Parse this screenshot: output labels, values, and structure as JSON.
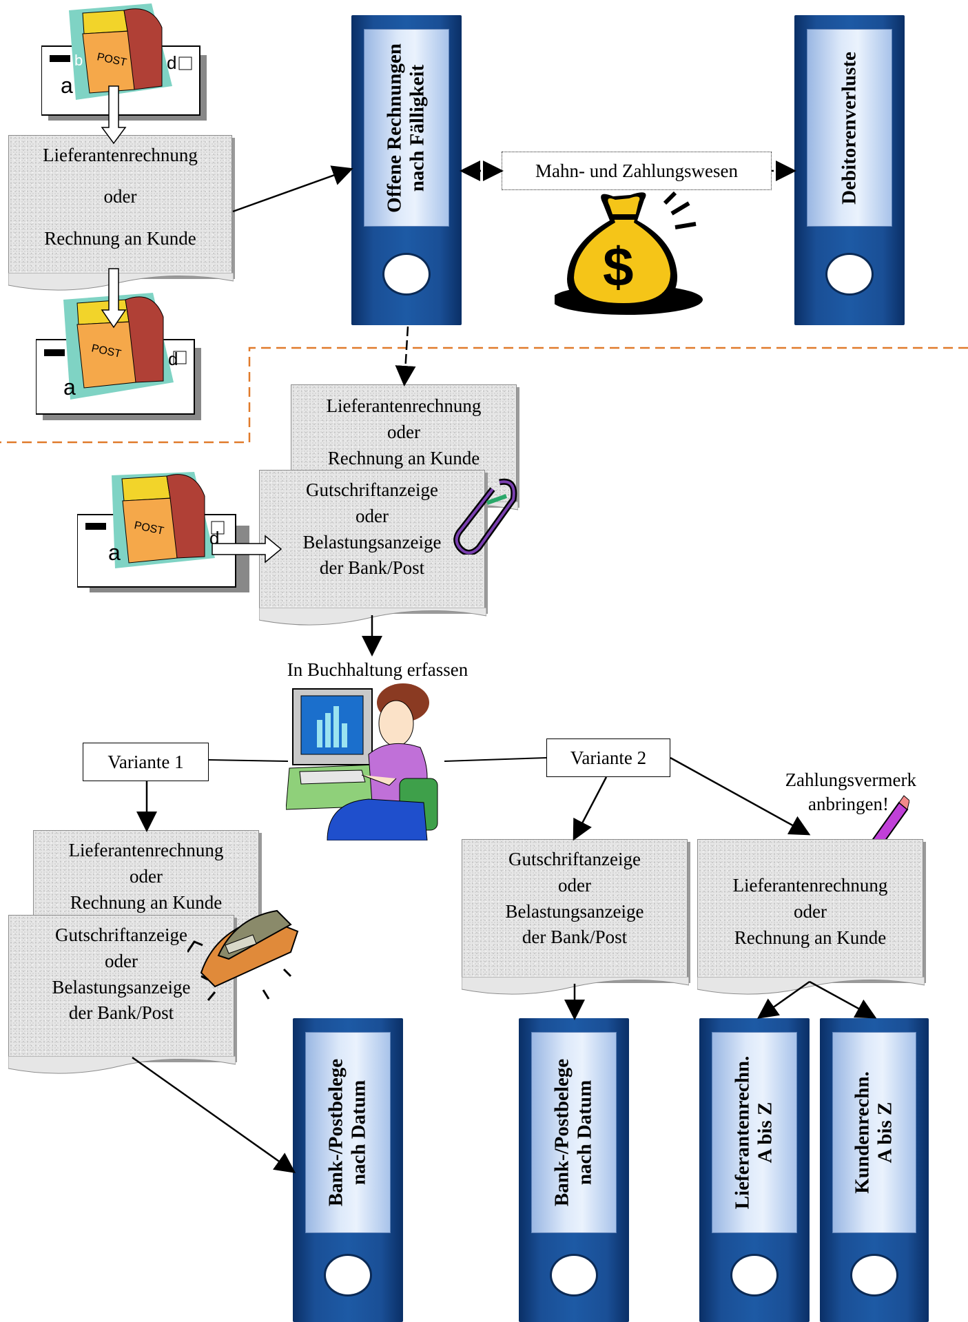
{
  "top": {
    "invoice_doc": [
      "Lieferantenrechnung",
      "oder",
      "Rechnung an Kunde"
    ],
    "binder_open": [
      "Offene Rechnungen",
      "nach Fälligkeit"
    ],
    "dunning_box": "Mahn- und Zahlungswesen",
    "binder_losses": "Debitorenverluste"
  },
  "middle": {
    "invoice_doc": [
      "Lieferantenrechnung",
      "oder",
      "Rechnung an Kunde"
    ],
    "credit_doc": [
      "Gutschriftanzeige",
      "oder",
      "Belastungsanzeige",
      "der Bank/Post"
    ],
    "booking_label": "In Buchhaltung erfassen"
  },
  "variant1": {
    "label": "Variante 1",
    "invoice_doc": [
      "Lieferantenrechnung",
      "oder",
      "Rechnung an Kunde"
    ],
    "credit_doc": [
      "Gutschriftanzeige",
      "oder",
      "Belastungsanzeige",
      "der Bank/Post"
    ],
    "binder": [
      "Bank-/Postbelege",
      "nach Datum"
    ]
  },
  "variant2": {
    "label": "Variante 2",
    "credit_doc": [
      "Gutschriftanzeige",
      "oder",
      "Belastungsanzeige",
      "der Bank/Post"
    ],
    "note": [
      "Zahlungsvermerk",
      "anbringen!"
    ],
    "invoice_doc": [
      "Lieferantenrechnung",
      "oder",
      "Rechnung an Kunde"
    ],
    "binder_bank": [
      "Bank-/Postbelege",
      "nach Datum"
    ],
    "binder_supplier": [
      "Lieferantenrechn.",
      "A bis Z"
    ],
    "binder_customer": [
      "Kundenrechn.",
      "A bis Z"
    ]
  },
  "icons": [
    "mailbox-icon",
    "money-bag-icon",
    "paperclip-icon",
    "accountant-computer-icon",
    "stapler-icon",
    "pencil-icon"
  ],
  "colors": {
    "binder": "#1a4f96",
    "binder_label": "#dde9fa",
    "dashed_line": "#e07a2a",
    "money_bag": "#f5c518"
  }
}
